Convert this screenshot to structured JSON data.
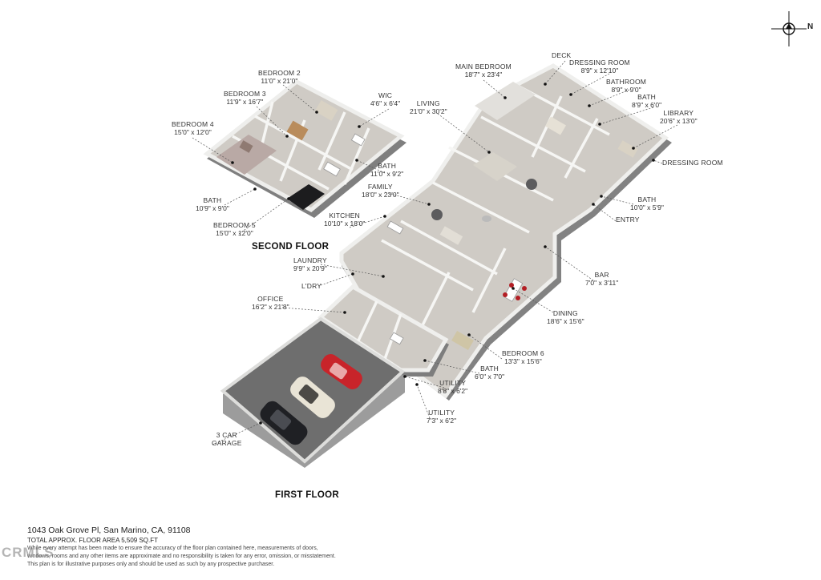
{
  "property": {
    "address": "1043 Oak Grove Pl, San Marino, CA, 91108",
    "total_area": "TOTAL APPROX. FLOOR AREA 5,509 SQ.FT",
    "disclaimer_1": "While every attempt has been made to ensure the accuracy of the floor plan contained here, measurements of doors,",
    "disclaimer_2": "windows, rooms and any other items are approximate and no responsibility is taken for any error, omission, or misstatement.",
    "disclaimer_3": "This plan is for illustrative purposes only and should be used as such by any prospective purchaser."
  },
  "floors": {
    "second": "SECOND FLOOR",
    "first": "FIRST FLOOR"
  },
  "compass": {
    "label": "N"
  },
  "watermark": "CRMLS",
  "rooms": {
    "bedroom2": {
      "name": "BEDROOM 2",
      "dims": "11'0\" x 21'0\""
    },
    "bedroom3": {
      "name": "BEDROOM 3",
      "dims": "11'9\" x 16'7\""
    },
    "bedroom4": {
      "name": "BEDROOM 4",
      "dims": "15'0\" x 12'0\""
    },
    "wic": {
      "name": "WIC",
      "dims": "4'6\" x 6'4\""
    },
    "bath_upper_right": {
      "name": "BATH",
      "dims": "11'0\" x 9'2\""
    },
    "bath_upper_left": {
      "name": "BATH",
      "dims": "10'9\" x 9'0\""
    },
    "bedroom5": {
      "name": "BEDROOM 5",
      "dims": "15'0\" x 12'0\""
    },
    "main_bedroom": {
      "name": "MAIN BEDROOM",
      "dims": "18'7\" x 23'4\""
    },
    "deck": {
      "name": "DECK",
      "dims": ""
    },
    "dressing_room": {
      "name": "DRESSING ROOM",
      "dims": "8'9\" x 12'10\""
    },
    "bathroom": {
      "name": "BATHROOM",
      "dims": "8'9\" x 9'0\""
    },
    "bath_main": {
      "name": "BATH",
      "dims": "8'9\" x 6'0\""
    },
    "library": {
      "name": "LIBRARY",
      "dims": "20'6\" x 13'0\""
    },
    "dressing_room_2": {
      "name": "DRESSING ROOM",
      "dims": ""
    },
    "living": {
      "name": "LIVING",
      "dims": "21'0\" x 30'2\""
    },
    "family": {
      "name": "FAMILY",
      "dims": "18'0\" x 23'0\""
    },
    "kitchen": {
      "name": "KITCHEN",
      "dims": "10'10\" x 18'0\""
    },
    "bath_entry": {
      "name": "BATH",
      "dims": "10'0\" x 5'9\""
    },
    "entry": {
      "name": "ENTRY",
      "dims": ""
    },
    "laundry": {
      "name": "LAUNDRY",
      "dims": "9'9\" x 20'9\""
    },
    "ldry": {
      "name": "L'DRY",
      "dims": ""
    },
    "bar": {
      "name": "BAR",
      "dims": "7'0\" x 3'11\""
    },
    "office": {
      "name": "OFFICE",
      "dims": "16'2\" x 21'8\""
    },
    "dining": {
      "name": "DINING",
      "dims": "18'6\" x 15'6\""
    },
    "bedroom6": {
      "name": "BEDROOM 6",
      "dims": "13'3\" x 15'6\""
    },
    "bath_lower": {
      "name": "BATH",
      "dims": "6'0\" x 7'0\""
    },
    "utility1": {
      "name": "UTILITY",
      "dims": "8'8\" x 6'2\""
    },
    "utility2": {
      "name": "UTILITY",
      "dims": "7'3\" x 6'2\""
    },
    "garage": {
      "name": "3 CAR",
      "name2": "GARAGE"
    }
  },
  "colors": {
    "floor": "#cfcbc5",
    "wall": "#f4f4f2",
    "wall_side": "#8c8c8c",
    "garage_floor": "#6e6e6e",
    "leader": "#555555"
  }
}
